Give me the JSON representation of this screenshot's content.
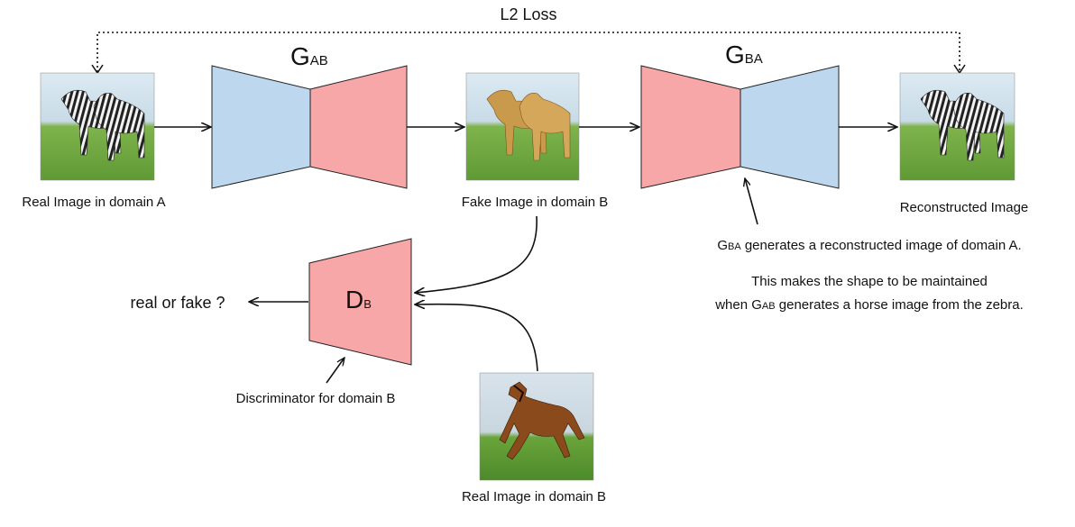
{
  "loss_label": "L2 Loss",
  "generator_ab": {
    "main": "G",
    "sub": "AB"
  },
  "generator_ba": {
    "main": "G",
    "sub": "BA"
  },
  "discriminator_b": {
    "main": "D",
    "sub": "B"
  },
  "labels": {
    "real_a": "Real Image in domain A",
    "fake_b": "Fake Image in domain B",
    "reconstructed": "Reconstructed Image",
    "real_b": "Real Image in domain B",
    "disc_caption": "Discriminator for domain B",
    "real_or_fake": "real or fake ?"
  },
  "note": {
    "line1_g": "G",
    "line1_sub": "BA",
    "line1_rest": " generates a reconstructed image of domain A.",
    "line2": "This makes the shape to be maintained",
    "line3_pre": "when G",
    "line3_sub": "AB",
    "line3_rest": " generates a horse image from the zebra."
  },
  "colors": {
    "encoder_blue": "#bcd7ee",
    "decoder_pink": "#f7a7a7",
    "sky": "#cfe2ef",
    "grass": "#6fae3e",
    "zebra_stripe": "#222222",
    "horse_tan": "#c99a4c",
    "horse_brown": "#8a4a1c"
  },
  "icons": {
    "zebra_photo": "zebra-pair-photo-icon",
    "horse_pair_photo": "horse-pair-photo-icon",
    "running_horse_photo": "running-horse-photo-icon"
  }
}
